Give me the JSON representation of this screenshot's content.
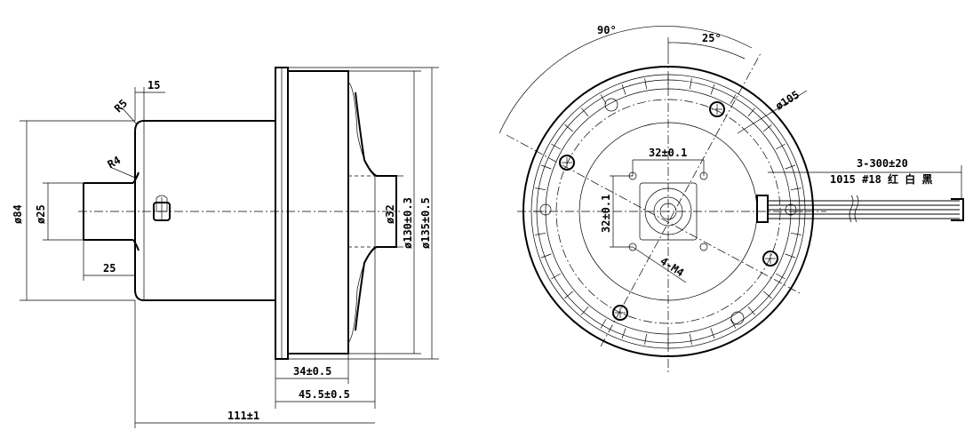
{
  "side_view": {
    "dim_15": "15",
    "dim_r5": "R5",
    "dim_r4": "R4",
    "dim_d84": "ø84",
    "dim_d25": "ø25",
    "dim_25": "25",
    "dim_d32": "ø32",
    "dim_d130": "ø130±0.3",
    "dim_d135": "ø135±0.5",
    "dim_34": "34±0.5",
    "dim_45_5": "45.5±0.5",
    "dim_111": "111±1"
  },
  "front_view": {
    "angle_90": "90°",
    "angle_25": "25°",
    "dim_d105": "ø105",
    "dim_32_h": "32±0.1",
    "dim_32_v": "32±0.1",
    "dim_4m4": "4-M4",
    "wire_length": "3-300±20",
    "wire_spec": "1015 #18 红 白 黑"
  }
}
